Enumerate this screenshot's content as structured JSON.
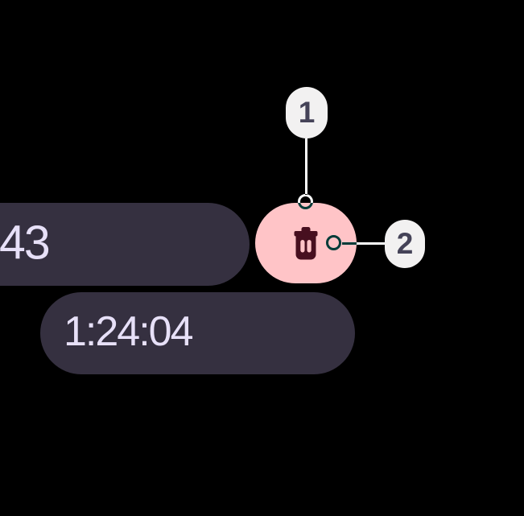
{
  "timer_chips": {
    "chip1": {
      "time_text": "43"
    },
    "chip2": {
      "time_text": "1:24:04"
    }
  },
  "delete_button": {
    "icon": "trash-icon"
  },
  "annotations": {
    "callout1": {
      "label": "1"
    },
    "callout2": {
      "label": "2"
    }
  },
  "colors": {
    "background": "#000000",
    "chip_bg": "#353040",
    "chip_text": "#E7E0F8",
    "delete_button_bg": "#FFC4C7",
    "delete_icon": "#470F1F",
    "callout_bg": "#F2F1F1",
    "callout_text": "#454358",
    "marker_stroke": "#FFFFFF"
  }
}
